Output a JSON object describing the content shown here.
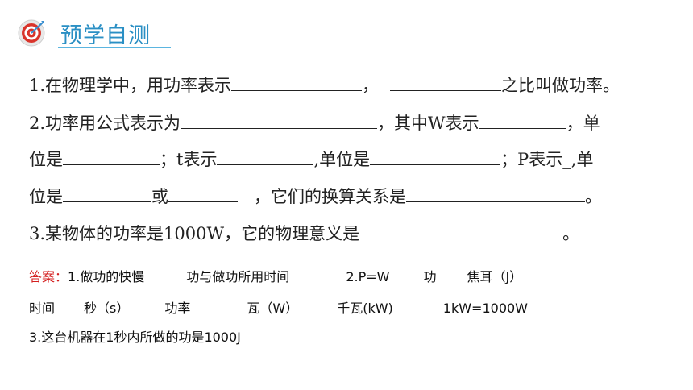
{
  "header": {
    "title": "预学自测",
    "icon": "target-icon"
  },
  "questions": {
    "q1": {
      "a": "1.在物理学中，用功率表示",
      "b": "，",
      "c": "之比叫做功率。"
    },
    "q2": {
      "line1": {
        "a": "2.功率用公式表示为",
        "b": "，其中W表示",
        "c": "，单"
      },
      "line2": {
        "a": "位是",
        "b": "；t表示",
        "c": ",单位是",
        "d": "；P表示_,单"
      },
      "line3": {
        "a": "位是",
        "b": "或",
        "c": "，它们的换算关系是",
        "d": "。"
      }
    },
    "q3": {
      "a": "3.某物体的功率是1000W，它的物理意义是",
      "b": "。"
    }
  },
  "answers": {
    "label": "答案：",
    "line1": [
      "1.做功的快慢",
      "功与做功所用时间",
      "2.P=W",
      "功",
      "焦耳（J）"
    ],
    "line2": [
      "时间",
      "秒（s）",
      "功率",
      "瓦（W）",
      "千瓦(kW)",
      "1kW=1000W"
    ],
    "line3": "3.这台机器在1秒内所做的功是1000J"
  },
  "colors": {
    "title": "#2a8fc4",
    "answer_label": "#d42020"
  }
}
